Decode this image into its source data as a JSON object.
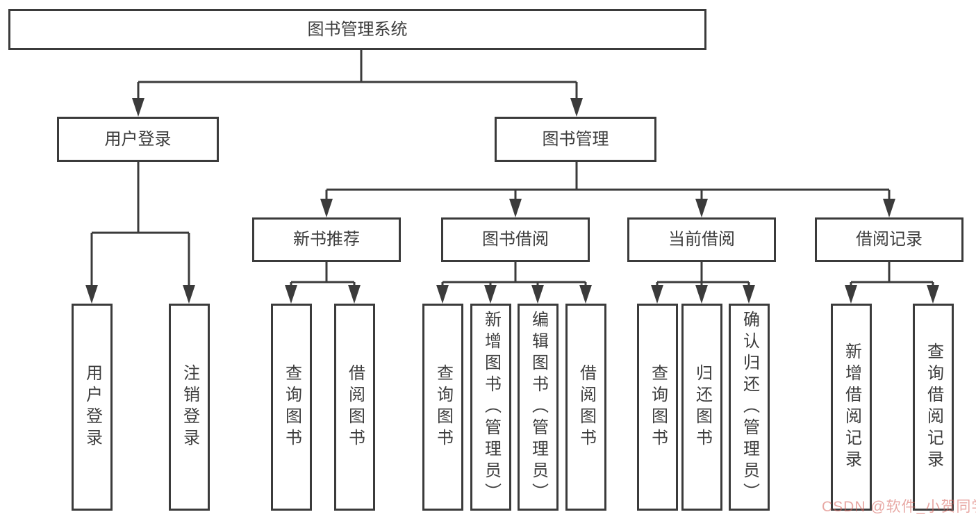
{
  "diagram": {
    "type": "hierarchy-chart",
    "colors": {
      "line": "#3b3b3b",
      "box_border": "#3b3b3b",
      "text": "#3d3d3d",
      "background": "#ffffff",
      "watermark": "#d6605a"
    },
    "tree": {
      "root": {
        "label": "图书管理系统",
        "children": [
          {
            "label": "用户登录",
            "children": [
              {
                "label": "用户登录"
              },
              {
                "label": "注销登录"
              }
            ]
          },
          {
            "label": "图书管理",
            "children": [
              {
                "label": "新书推荐",
                "children": [
                  {
                    "label": "查询图书"
                  },
                  {
                    "label": "借阅图书"
                  }
                ]
              },
              {
                "label": "图书借阅",
                "children": [
                  {
                    "label": "查询图书"
                  },
                  {
                    "label": "新增图书（管理员）"
                  },
                  {
                    "label": "编辑图书（管理员）"
                  },
                  {
                    "label": "借阅图书"
                  }
                ]
              },
              {
                "label": "当前借阅",
                "children": [
                  {
                    "label": "查询图书"
                  },
                  {
                    "label": "归还图书"
                  },
                  {
                    "label": "确认归还（管理员）"
                  }
                ]
              },
              {
                "label": "借阅记录",
                "children": [
                  {
                    "label": "新增借阅记录"
                  },
                  {
                    "label": "查询借阅记录"
                  }
                ]
              }
            ]
          }
        ]
      }
    },
    "watermark": {
      "text": "CSDN @软件_小贺同学"
    }
  }
}
